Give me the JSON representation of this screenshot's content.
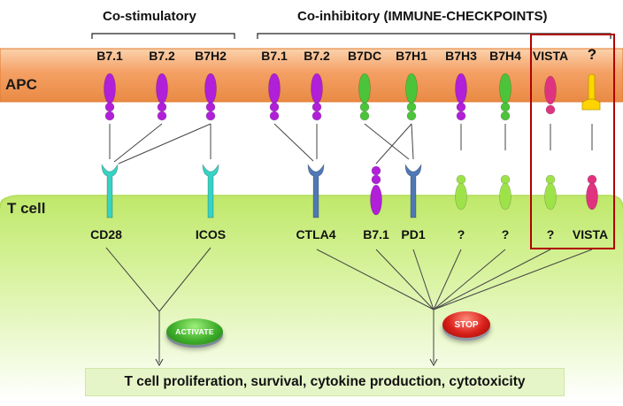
{
  "groups": {
    "costim": "Co-stimulatory",
    "coinhib": "Co-inhibitory (IMMUNE-CHECKPOINTS)"
  },
  "cells": {
    "apc": "APC",
    "tcell": "T cell"
  },
  "apc_ligands": [
    "B7.1",
    "B7.2",
    "B7H2",
    "B7.1",
    "B7.2",
    "B7DC",
    "B7H1",
    "B7H3",
    "B7H4",
    "VISTA",
    "?"
  ],
  "t_receptors": [
    "CD28",
    "ICOS",
    "CTLA4",
    "B7.1",
    "PD1",
    "?",
    "?",
    "?",
    "VISTA"
  ],
  "buttons": {
    "activate": "ACTIVATE",
    "stop": "STOP"
  },
  "outcome": "T cell proliferation, survival, cytokine production, cytotoxicity",
  "colors": {
    "apc_band": "#f4a064",
    "tcell_band": "#cbee80",
    "purple": "#b11fd8",
    "green": "#4cc43a",
    "magenta": "#e0337f",
    "yellow": "#ffd400",
    "cyan": "#36d3c4",
    "blue": "#4f78b6",
    "lightgreen": "#9ee24a",
    "highlight_box": "#b00000"
  }
}
